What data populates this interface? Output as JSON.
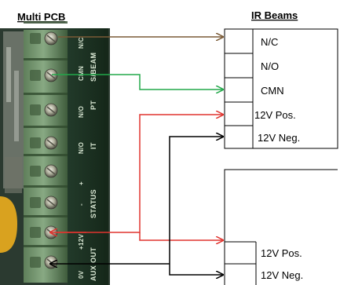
{
  "titles": {
    "left": "Multi PCB",
    "right": "IR Beams"
  },
  "pcb": {
    "column_labels": {
      "status": "STATUS",
      "aux_out": "AUX OUT",
      "it": "IT",
      "pt": "PT",
      "s_beam": "S/BEAM"
    },
    "pin_labels": [
      "N/C",
      "CMN",
      "N/O",
      "N/O",
      "+",
      "-",
      "+12V",
      "0V"
    ]
  },
  "ir_beams": {
    "upper": [
      "N/C",
      "N/O",
      "CMN",
      "12V Pos.",
      "12V Neg."
    ],
    "lower": [
      "12V Pos.",
      "12V Neg."
    ]
  },
  "colors": {
    "brown_wire": "#7a5a36",
    "green_wire": "#22a84a",
    "red_wire": "#e0342f",
    "black_wire": "#000000"
  }
}
